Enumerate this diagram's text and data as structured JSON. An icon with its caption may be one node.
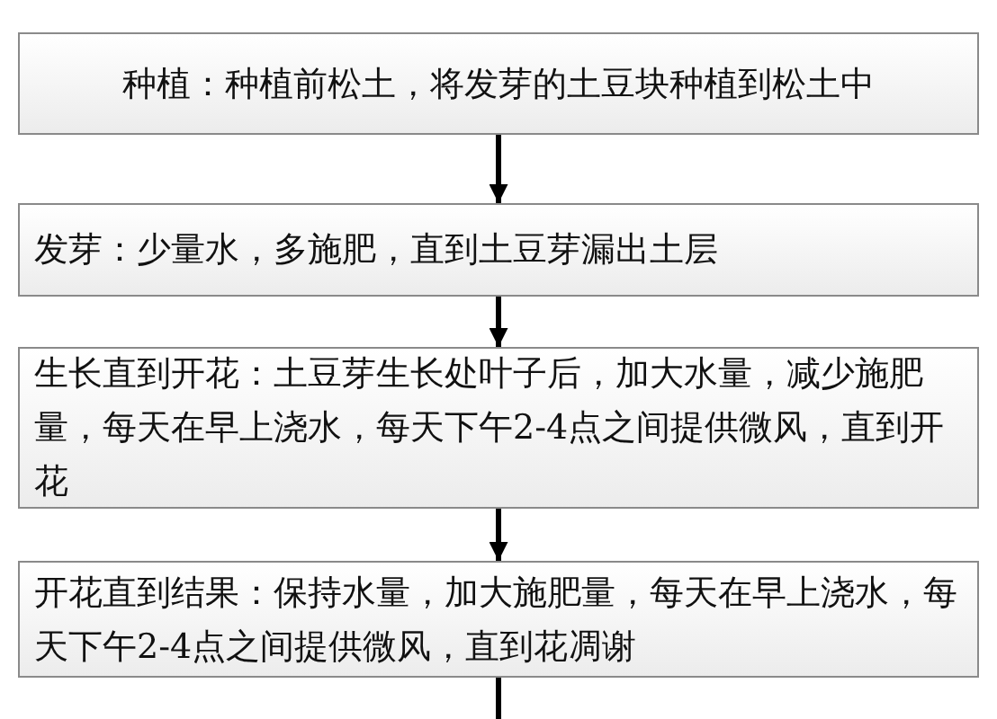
{
  "diagram": {
    "nodes": [
      {
        "text": [
          "种植：种植前松土，将发芽的土豆块种植到松土中"
        ]
      },
      {
        "text": [
          "发芽：少量水，多施肥，直到土豆芽漏出土层"
        ]
      },
      {
        "text": [
          "生长直到开花：土豆芽生长处叶子后，加大水量，减少施肥量，每天在早上浇水，每天下午2-4点之间提供微风，直到开花"
        ]
      },
      {
        "text": [
          "开花直到结果：保持水量，加大施肥量，每天在早上浇水，每天下午2-4点之间提供微风，直到花凋谢"
        ]
      }
    ],
    "edges": [
      {
        "from": 0,
        "to": 1,
        "arrow": "to"
      },
      {
        "from": 1,
        "to": 2,
        "arrow": "to"
      },
      {
        "from": 2,
        "to": 3,
        "arrow": "to"
      },
      {
        "from": 3,
        "to": null,
        "arrow": "none"
      }
    ]
  }
}
